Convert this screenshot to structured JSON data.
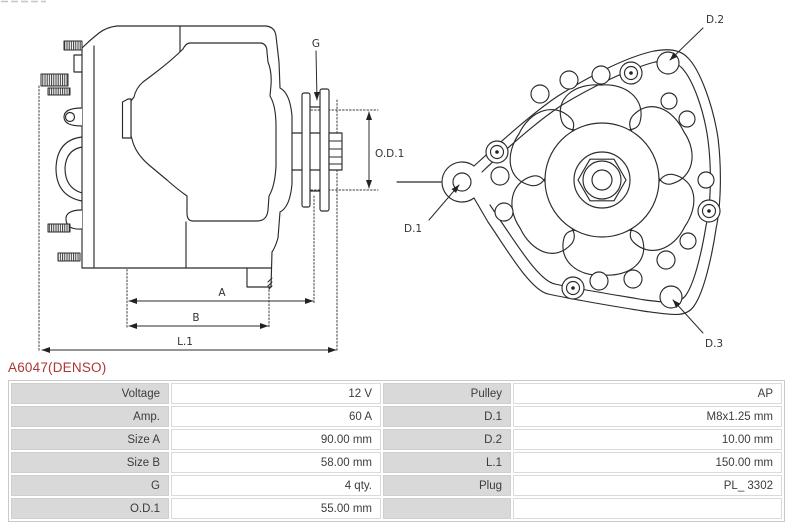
{
  "title": "A6047(DENSO)",
  "colors": {
    "title_red": "#ae3537",
    "label_cell_gray": "#d9d9d9",
    "table_border": "#c9c9c9",
    "line_ink": "#2b2b2b"
  },
  "diagram": {
    "side_view_labels": {
      "g": "G",
      "od1": "O.D.1",
      "a": "A",
      "b": "B",
      "l1": "L.1"
    },
    "front_view_labels": {
      "d1": "D.1",
      "d2": "D.2",
      "d3": "D.3"
    }
  },
  "table": {
    "rows": [
      {
        "l1": "Voltage",
        "v1": "12 V",
        "l2": "Pulley",
        "v2": "AP"
      },
      {
        "l1": "Amp.",
        "v1": "60 A",
        "l2": "D.1",
        "v2": "M8x1.25 mm"
      },
      {
        "l1": "Size A",
        "v1": "90.00 mm",
        "l2": "D.2",
        "v2": "10.00 mm"
      },
      {
        "l1": "Size B",
        "v1": "58.00 mm",
        "l2": "L.1",
        "v2": "150.00 mm"
      },
      {
        "l1": "G",
        "v1": "4 qty.",
        "l2": "Plug",
        "v2": "PL_ 3302"
      },
      {
        "l1": "O.D.1",
        "v1": "55.00 mm",
        "l2": "",
        "v2": ""
      }
    ]
  }
}
